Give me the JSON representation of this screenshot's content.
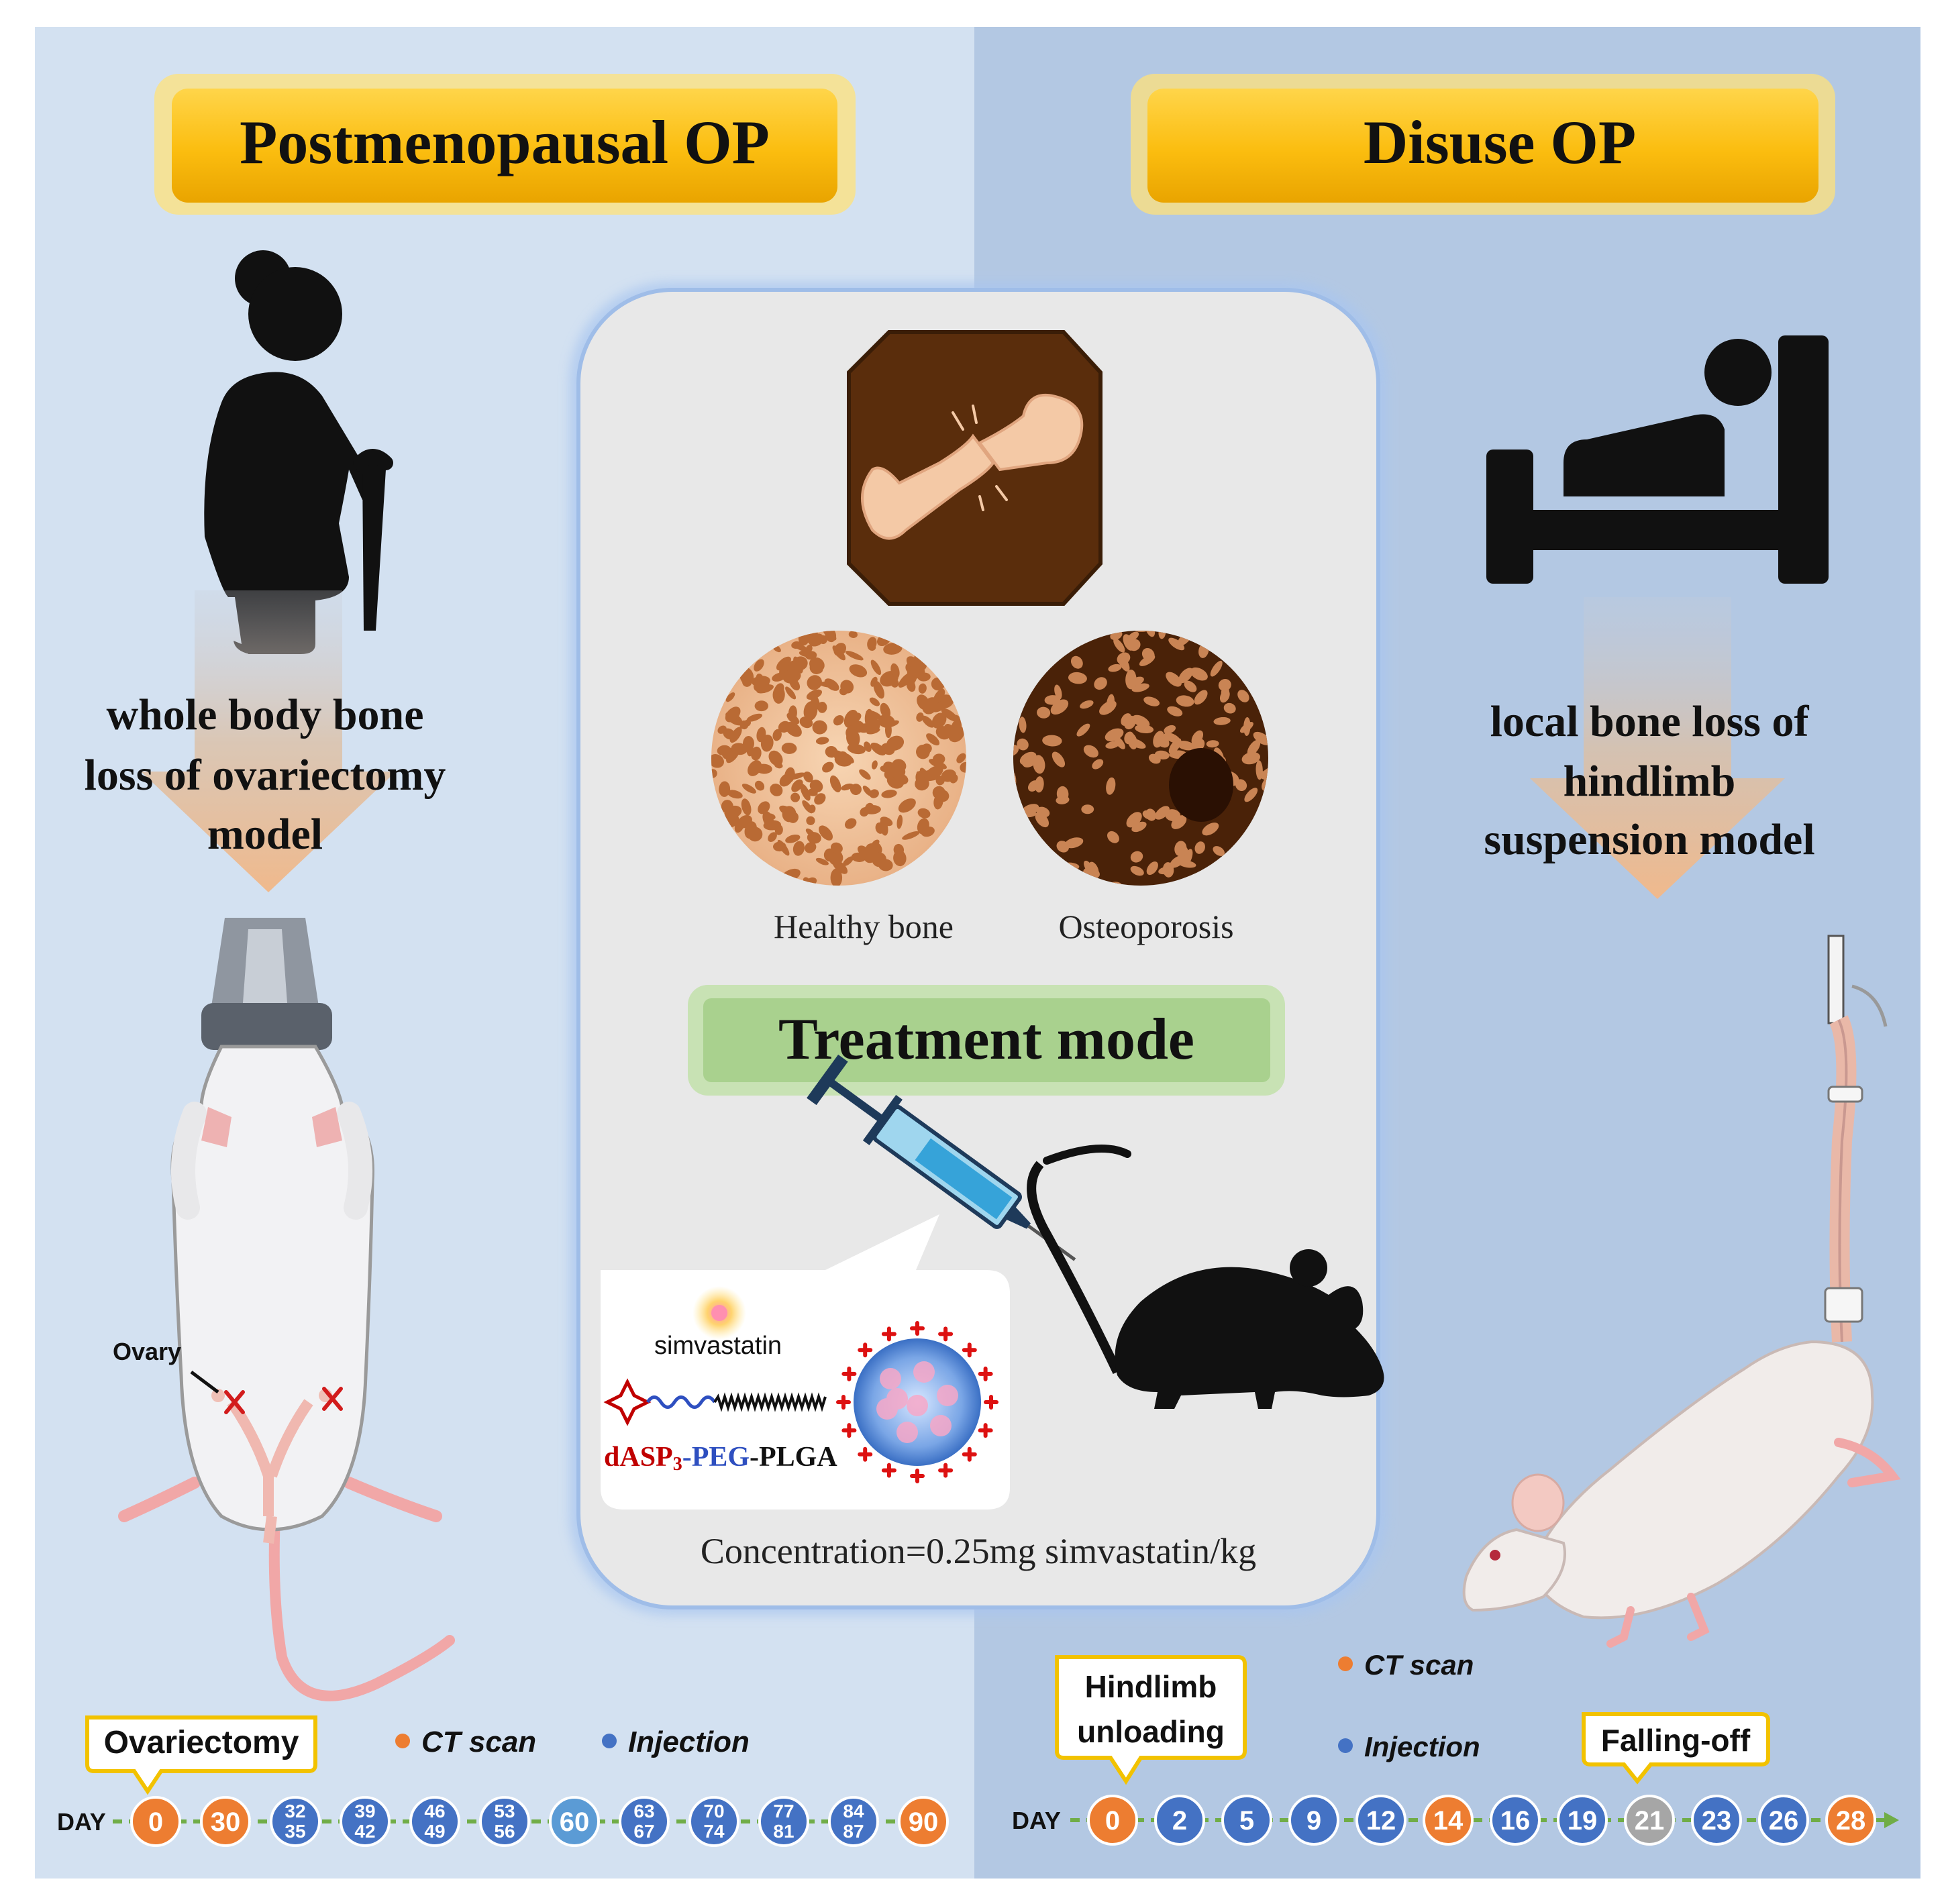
{
  "left_panel": {
    "title": "Postmenopausal OP",
    "description_lines": [
      "whole body bone",
      "loss of ovariectomy",
      "model"
    ],
    "ovary_label": "Ovary",
    "event_label": "Ovariectomy",
    "legend_ct": "CT scan",
    "legend_injection": "Injection",
    "day_label": "DAY",
    "timeline": [
      {
        "label": "0",
        "kind": "ct"
      },
      {
        "label": "30",
        "kind": "ct"
      },
      {
        "label": "32\n35",
        "kind": "injection"
      },
      {
        "label": "39\n42",
        "kind": "injection"
      },
      {
        "label": "46\n49",
        "kind": "injection"
      },
      {
        "label": "53\n56",
        "kind": "injection"
      },
      {
        "label": "60",
        "kind": "both"
      },
      {
        "label": "63\n67",
        "kind": "injection"
      },
      {
        "label": "70\n74",
        "kind": "injection"
      },
      {
        "label": "77\n81",
        "kind": "injection"
      },
      {
        "label": "84\n87",
        "kind": "injection"
      },
      {
        "label": "90",
        "kind": "ct"
      }
    ]
  },
  "right_panel": {
    "title": "Disuse OP",
    "description_lines": [
      "local bone loss of",
      "hindlimb",
      "suspension model"
    ],
    "event_label_lines": [
      "Hindlimb",
      "unloading"
    ],
    "event2_label": "Falling-off",
    "legend_ct": "CT scan",
    "legend_injection": "Injection",
    "day_label": "DAY",
    "timeline": [
      {
        "label": "0",
        "kind": "ct"
      },
      {
        "label": "2",
        "kind": "injection"
      },
      {
        "label": "5",
        "kind": "injection"
      },
      {
        "label": "9",
        "kind": "injection"
      },
      {
        "label": "12",
        "kind": "injection"
      },
      {
        "label": "14",
        "kind": "ct"
      },
      {
        "label": "16",
        "kind": "injection"
      },
      {
        "label": "19",
        "kind": "injection"
      },
      {
        "label": "21",
        "kind": "falloff"
      },
      {
        "label": "23",
        "kind": "injection"
      },
      {
        "label": "26",
        "kind": "injection"
      },
      {
        "label": "28",
        "kind": "ct"
      }
    ]
  },
  "center_panel": {
    "healthy_label": "Healthy bone",
    "osteo_label": "Osteoporosis",
    "treatment_title": "Treatment mode",
    "drug_label": "simvastatin",
    "carrier_parts": {
      "p1": "dASP",
      "sub": "3",
      "p2": "-PEG",
      "p3": "-PLGA"
    },
    "concentration": "Concentration=0.25mg simvastatin/kg"
  },
  "colors": {
    "left_bg": "#d3e1f1",
    "right_bg": "#b3c8e3",
    "title_gold": "#fbbd0f",
    "ct_orange": "#ed7d31",
    "injection_blue": "#4472c4",
    "timeline_green": "#70ad47",
    "falloff_gray": "#a6a6a6",
    "treatment_green": "#a9d18e",
    "carrier_red": "#c00000",
    "carrier_blue": "#2e4fc0"
  }
}
